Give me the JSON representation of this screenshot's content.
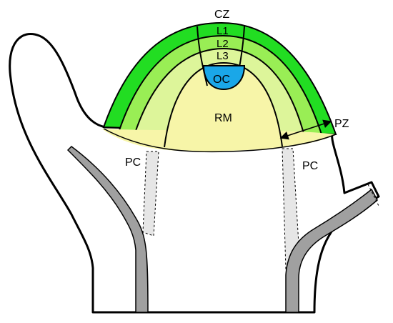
{
  "labels": {
    "cz": "CZ",
    "l1": "L1",
    "l2": "L2",
    "l3": "L3",
    "oc": "OC",
    "rm": "RM",
    "pz": "PZ",
    "pc_left": "PC",
    "pc_right": "PC"
  },
  "colors": {
    "outer_tunica": "#22dd22",
    "middle_tunica": "#99ee55",
    "inner_tunica": "#ddf59a",
    "rib_meristem": "#f7f5a8",
    "organizing_center": "#1aa7e8",
    "vascular_strand": "#a0a0a0",
    "procambium": "#e6e6e6",
    "outline": "#000000"
  }
}
